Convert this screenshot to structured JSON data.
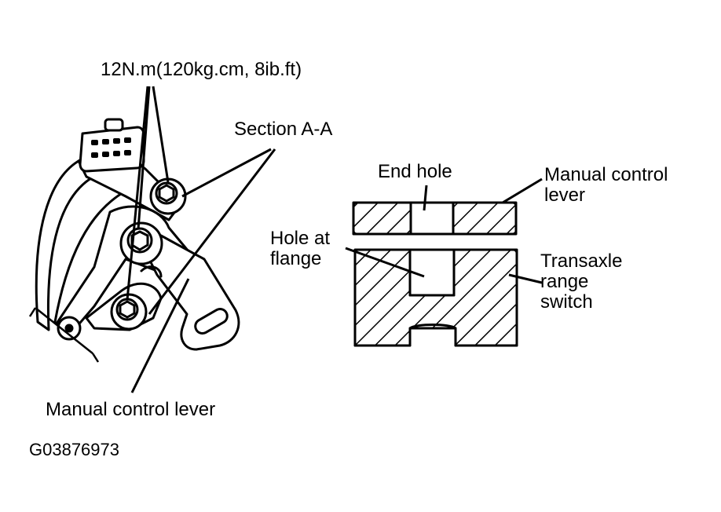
{
  "labels": {
    "torque": "12N.m(120kg.cm, 8ib.ft)",
    "section": "Section A-A",
    "end_hole": "End hole",
    "manual_control_lever_right": "Manual control\nlever",
    "hole_at_flange": "Hole at\nflange",
    "transaxle_range_switch": "Transaxle\nrange\nswitch",
    "manual_control_lever_bottom": "Manual control lever",
    "figure_id": "G03876973"
  }
}
